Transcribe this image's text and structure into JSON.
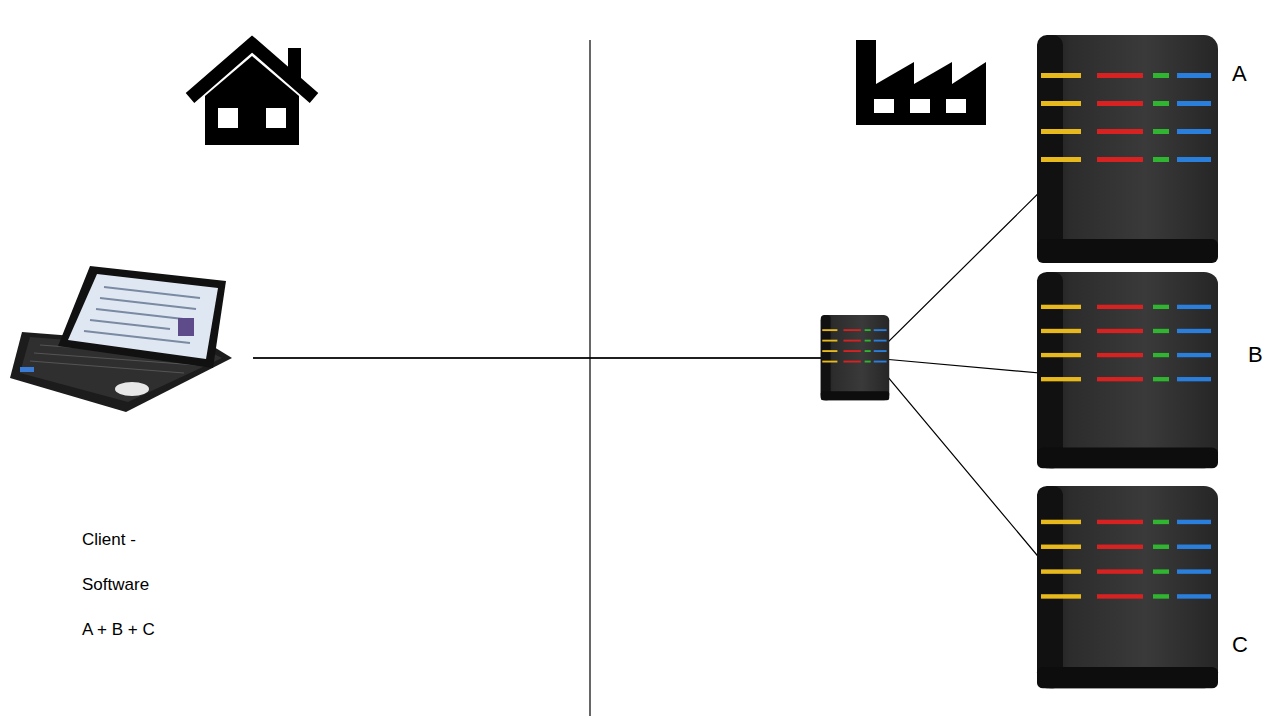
{
  "diagram": {
    "nodes": [
      {
        "text": [
          "Client - Software A + B + C"
        ]
      },
      {
        "text": [
          "A"
        ]
      },
      {
        "text": [
          "B"
        ]
      },
      {
        "text": [
          "C"
        ]
      }
    ],
    "edges": [
      {
        "from": 0,
        "to": 1,
        "arrow": "none"
      },
      {
        "from": 0,
        "to": 2,
        "arrow": "none"
      },
      {
        "from": 0,
        "to": 3,
        "arrow": "none"
      }
    ]
  }
}
